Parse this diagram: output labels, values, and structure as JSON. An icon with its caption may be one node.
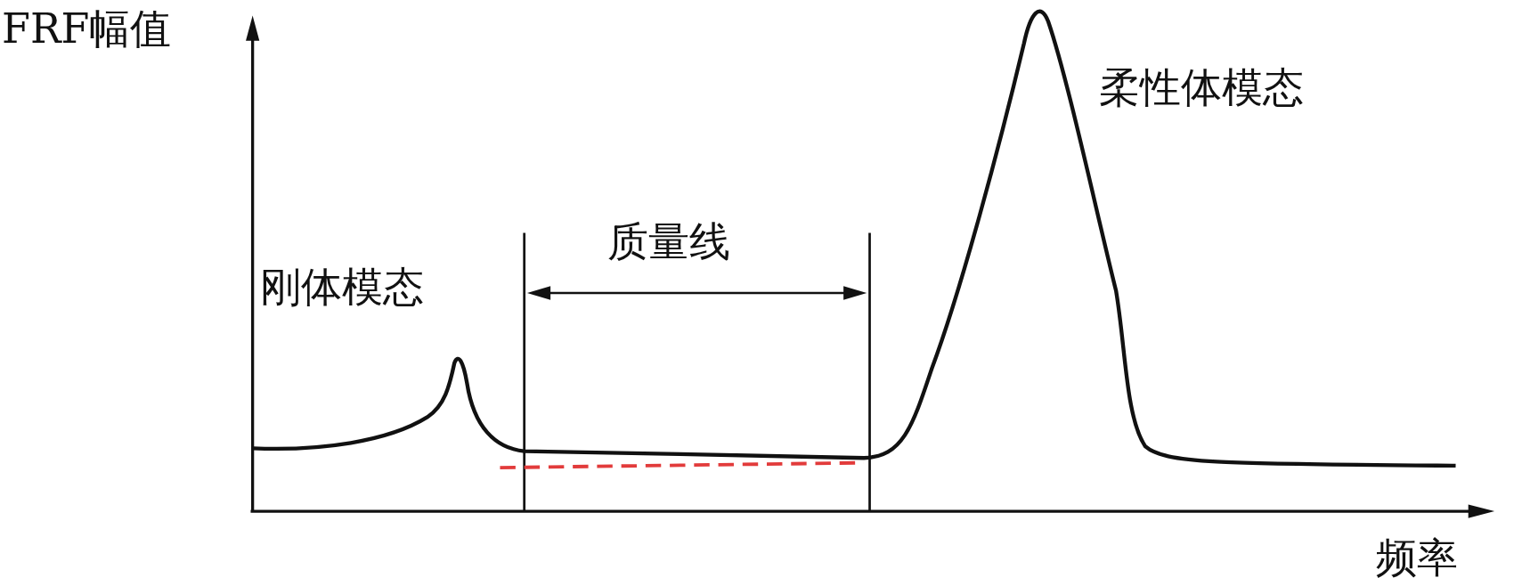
{
  "diagram": {
    "labels": [
      "FRF幅值",
      "柔性体模态",
      "质量线",
      "刚体模态",
      "频率"
    ]
  }
}
